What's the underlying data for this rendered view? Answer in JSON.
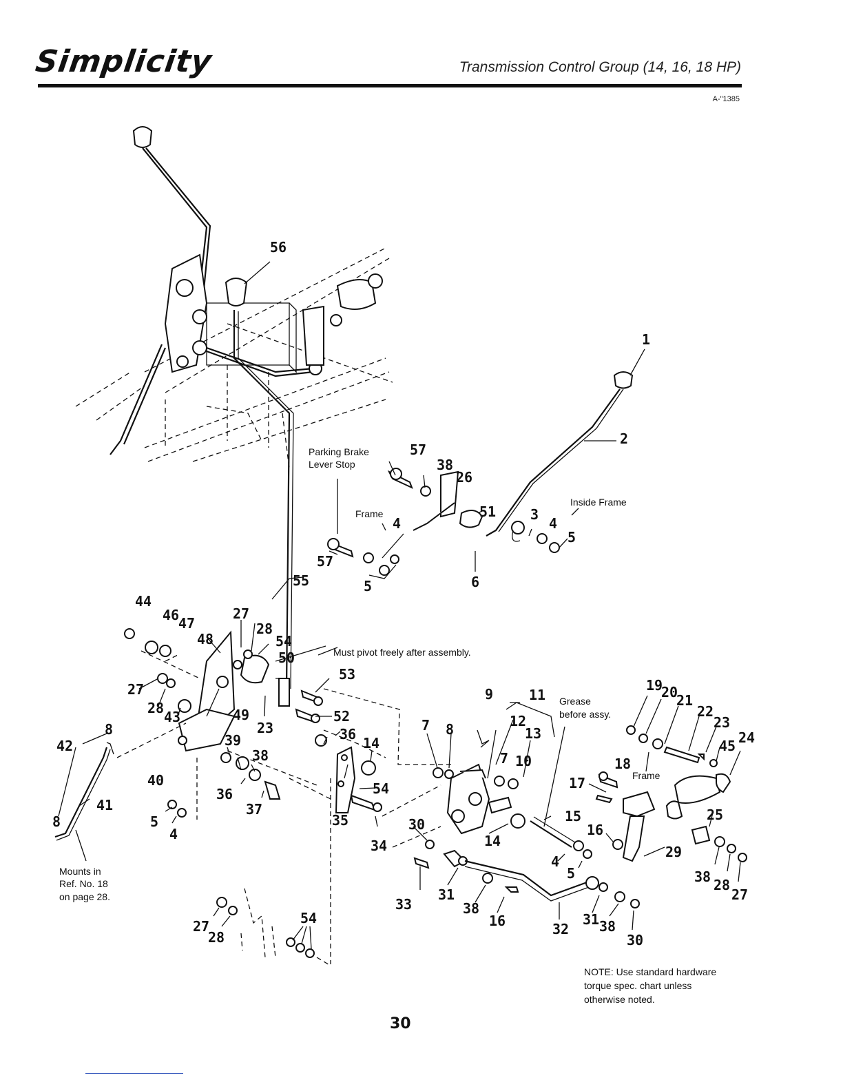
{
  "header": {
    "brand": "Simplicity",
    "title": "Transmission Control Group (14, 16, 18 HP)",
    "doc_number": "A-\"1385"
  },
  "page_number": "30",
  "notes": {
    "parking_brake_1": "Parking Brake",
    "parking_brake_2": "Lever Stop",
    "frame_top": "Frame",
    "inside_frame": "Inside Frame",
    "must_pivot": "Must pivot freely after assembly.",
    "grease_1": "Grease",
    "grease_2": "before assy.",
    "frame_right": "Frame",
    "mounts_1": "Mounts in",
    "mounts_2": "Ref. No. 18",
    "mounts_3": "on page 28.",
    "torque_1": "NOTE: Use standard hardware",
    "torque_2": "torque spec. chart unless",
    "torque_3": "otherwise noted."
  },
  "callouts": {
    "c1": "1",
    "c2": "2",
    "c3": "3",
    "c4a": "4",
    "c5a": "5",
    "c6": "6",
    "c26": "26",
    "c51": "51",
    "c38a": "38",
    "c57a": "57",
    "c57b": "57",
    "c4b": "4",
    "c5b": "5",
    "c56": "56",
    "c55": "55",
    "c44": "44",
    "c46": "46",
    "c47": "47",
    "c27a": "27",
    "c28a": "28",
    "c48": "48",
    "c54a": "54",
    "c50": "50",
    "c53": "53",
    "c27b": "27",
    "c28b": "28",
    "c43": "43",
    "c49": "49",
    "c23a": "23",
    "c52": "52",
    "c8a": "8",
    "c42": "42",
    "c40": "40",
    "c39": "39",
    "c38b": "38",
    "c36a": "36",
    "c36b": "36",
    "c37": "37",
    "c14a": "14",
    "c54b": "54",
    "c35": "35",
    "c34": "34",
    "c41": "41",
    "c5c": "5",
    "c4c": "4",
    "c8b": "8",
    "c9": "9",
    "c11": "11",
    "c12": "12",
    "c7a": "7",
    "c8c": "8",
    "c13": "13",
    "c7b": "7",
    "c10": "10",
    "c15": "15",
    "c14b": "14",
    "c4d": "4",
    "c5d": "5",
    "c30a": "30",
    "c33": "33",
    "c31a": "31",
    "c38c": "38",
    "c16a": "16",
    "c32": "32",
    "c31b": "31",
    "c38d": "38",
    "c30b": "30",
    "c19": "19",
    "c20": "20",
    "c21": "21",
    "c22": "22",
    "c23b": "23",
    "c45": "45",
    "c24": "24",
    "c18": "18",
    "c17": "17",
    "c16b": "16",
    "c29": "29",
    "c25": "25",
    "c38e": "38",
    "c28c": "28",
    "c27c": "27",
    "c27d": "27",
    "c28d": "28",
    "c54c": "54"
  }
}
